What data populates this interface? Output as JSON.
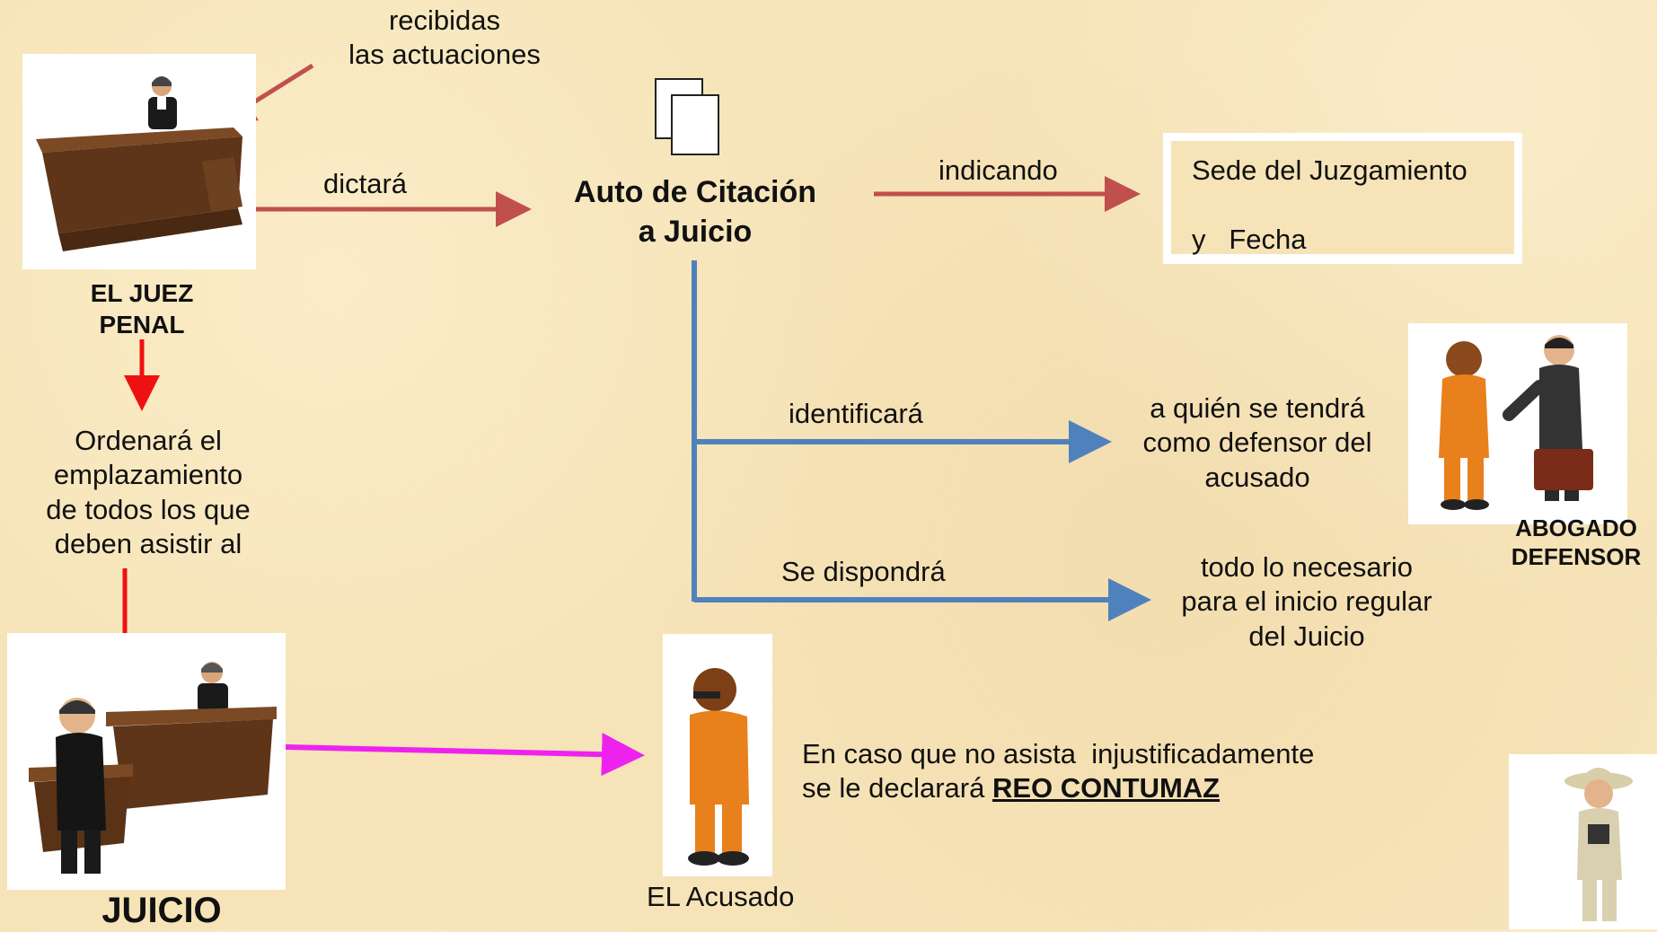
{
  "labels": {
    "recibidas": "recibidas",
    "las_actuaciones": "las actuaciones",
    "dictara": "dictará",
    "auto_line1": "Auto de Citación",
    "auto_line2": "a Juicio",
    "indicando": "indicando",
    "sede": "Sede del Juzgamiento",
    "fecha": "y   Fecha",
    "juez_line1": "EL JUEZ",
    "juez_line2": "PENAL",
    "ordenara_lines": [
      "Ordenará el",
      "emplazamiento",
      "de todos los que",
      "deben asistir al"
    ],
    "identificara": "identificará",
    "defensor_lines": [
      "a quién se tendrá",
      "como defensor del",
      "acusado"
    ],
    "abogado_line1": "ABOGADO",
    "abogado_line2": "DEFENSOR",
    "dispondra": "Se dispondrá",
    "necesario_lines": [
      "todo lo necesario",
      "para el inicio regular",
      "del Juicio"
    ],
    "caso_line1": "En caso que no asista  injustificadamente",
    "caso_line2_prefix": "se le declarará ",
    "reo": "REO CONTUMAZ",
    "juicio": "JUICIO",
    "acusado": "EL Acusado"
  },
  "colors": {
    "red_arrow": "#c0504d",
    "bright_red_arrow": "#ee1111",
    "blue_arrow": "#4f81bd",
    "magenta_arrow": "#ee22ee",
    "background": "#f6e3b7"
  },
  "icons": [
    "judge-at-desk-illustration",
    "document-copies-icon",
    "prisoner-and-lawyer-illustration",
    "courtroom-illustration",
    "prisoner-illustration",
    "explorer-illustration"
  ]
}
